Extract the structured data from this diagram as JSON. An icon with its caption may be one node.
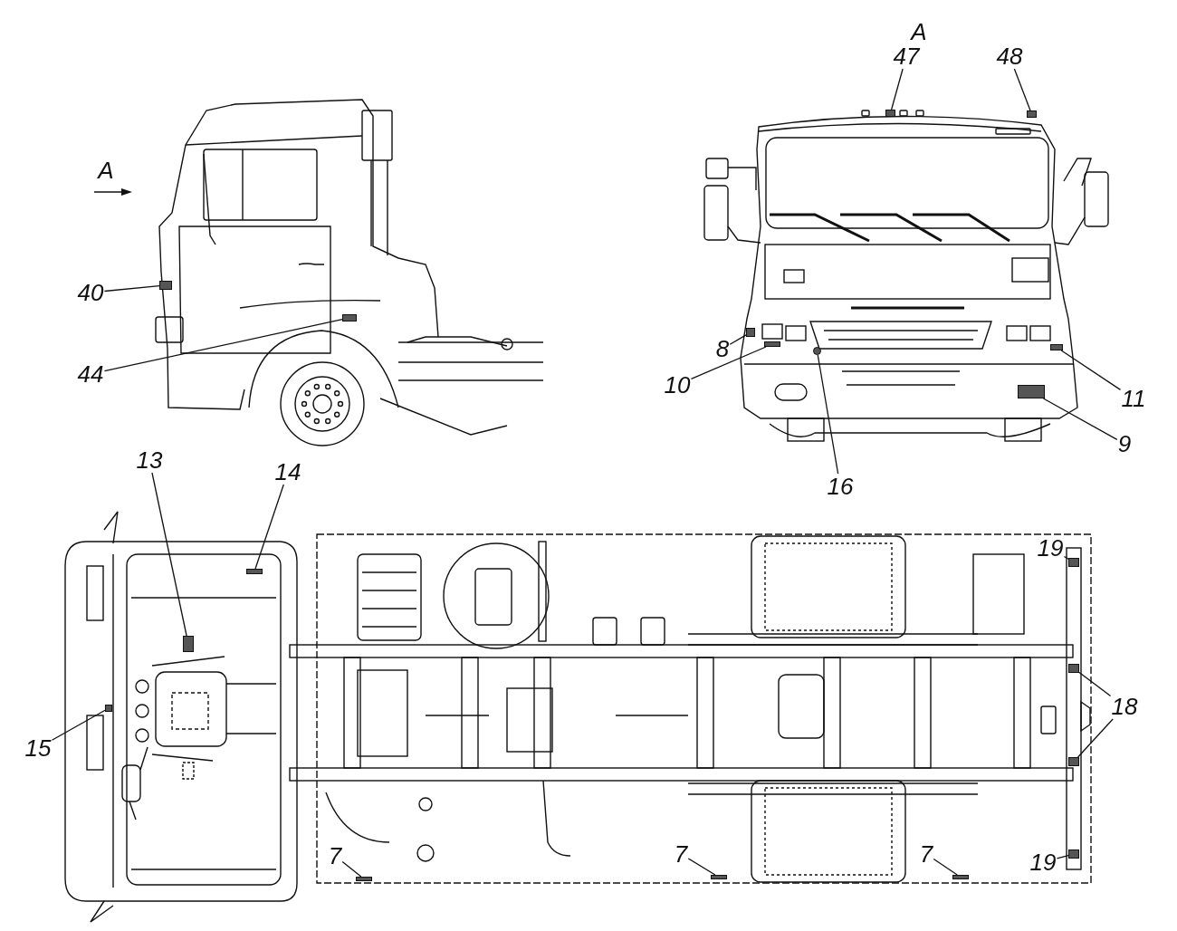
{
  "diagram": {
    "nodes": [
      {
        "text": [
          "47"
        ]
      },
      {
        "text": [
          "48"
        ]
      },
      {
        "text": [
          "40"
        ]
      },
      {
        "text": [
          "8"
        ]
      },
      {
        "text": [
          "44"
        ]
      },
      {
        "text": [
          "10"
        ]
      },
      {
        "text": [
          "11"
        ]
      },
      {
        "text": [
          "9"
        ]
      },
      {
        "text": [
          "16"
        ]
      },
      {
        "text": [
          "13"
        ]
      },
      {
        "text": [
          "14"
        ]
      },
      {
        "text": [
          "19"
        ]
      },
      {
        "text": [
          "18"
        ]
      },
      {
        "text": [
          "15"
        ]
      },
      {
        "text": [
          "7"
        ]
      },
      {
        "text": [
          "7"
        ]
      },
      {
        "text": [
          "7"
        ]
      },
      {
        "text": [
          "19"
        ]
      },
      {
        "text": [],
        "shape": "box"
      },
      {
        "text": [],
        "shape": "box"
      },
      {
        "text": [],
        "shape": "box"
      },
      {
        "text": [],
        "shape": "box"
      },
      {
        "text": [],
        "shape": "box"
      },
      {
        "text": [],
        "shape": "box"
      },
      {
        "text": [],
        "shape": "box"
      },
      {
        "text": [],
        "shape": "box"
      },
      {
        "text": [],
        "shape": "box"
      },
      {
        "text": [],
        "shape": "box"
      },
      {
        "text": [],
        "shape": "box"
      },
      {
        "text": [],
        "shape": "box"
      },
      {
        "text": [],
        "shape": "box"
      },
      {
        "text": [],
        "shape": "box"
      },
      {
        "text": [],
        "shape": "box"
      },
      {
        "text": [],
        "shape": "box"
      },
      {
        "text": [],
        "shape": "box"
      },
      {
        "text": [],
        "shape": "box"
      },
      {
        "text": [],
        "shape": "box"
      }
    ],
    "edges": [
      {
        "from": 0,
        "to": 18,
        "arrow": "none"
      },
      {
        "from": 1,
        "to": 19,
        "arrow": "none"
      },
      {
        "from": 2,
        "to": 20,
        "arrow": "none"
      },
      {
        "from": 3,
        "to": 21,
        "arrow": "none"
      },
      {
        "from": 4,
        "to": 22,
        "arrow": "none"
      },
      {
        "from": 5,
        "to": 23,
        "arrow": "none"
      },
      {
        "from": 6,
        "to": 24,
        "arrow": "none"
      },
      {
        "from": 7,
        "to": 25,
        "arrow": "none"
      },
      {
        "from": 8,
        "to": 26,
        "arrow": "none"
      },
      {
        "from": 9,
        "to": 27,
        "arrow": "none"
      },
      {
        "from": 10,
        "to": 28,
        "arrow": "none"
      },
      {
        "from": 11,
        "to": 29,
        "arrow": "none"
      },
      {
        "from": 12,
        "to": 30,
        "arrow": "none"
      },
      {
        "from": 12,
        "to": 31,
        "arrow": "none"
      },
      {
        "from": 13,
        "to": 32,
        "arrow": "none"
      },
      {
        "from": 14,
        "to": 33,
        "arrow": "none"
      },
      {
        "from": 15,
        "to": 34,
        "arrow": "none"
      },
      {
        "from": 16,
        "to": 35,
        "arrow": "none"
      },
      {
        "from": 17,
        "to": 36,
        "arrow": "none"
      }
    ],
    "labels": [
      "A",
      "A"
    ]
  }
}
